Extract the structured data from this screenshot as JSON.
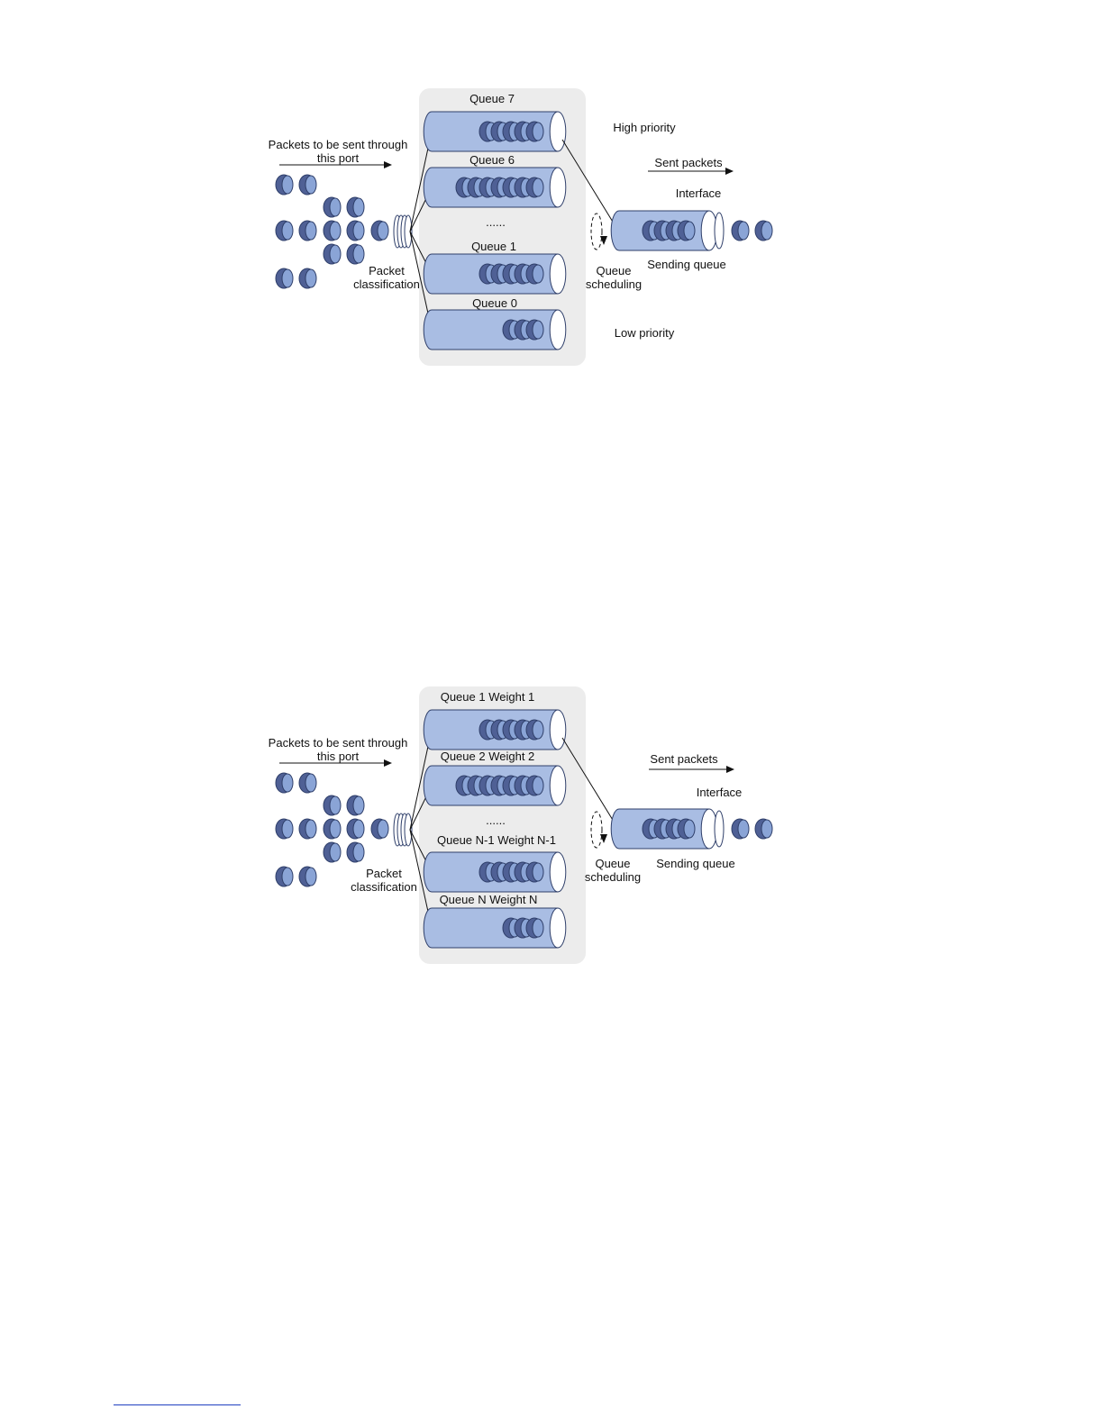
{
  "colors": {
    "panel": "#ececec",
    "tube_body": "#a9bde3",
    "tube_stroke": "#2f3f6a",
    "packet_dark": "#4f6095",
    "packet_light": "#8aa4d6",
    "line": "#111111"
  },
  "figure1": {
    "input_label_line1": "Packets to be sent through",
    "input_label_line2": "this port",
    "classification_line1": "Packet",
    "classification_line2": "classification",
    "queues": [
      {
        "label": "Queue 7",
        "packets": 5
      },
      {
        "label": "Queue 6",
        "packets": 7
      },
      {
        "label": "Queue 1",
        "packets": 5
      },
      {
        "label": "Queue 0",
        "packets": 3
      }
    ],
    "ellipsis": "......",
    "high_priority": "High priority",
    "low_priority": "Low priority",
    "sent_packets": "Sent packets",
    "interface": "Interface",
    "scheduling_line1": "Queue",
    "scheduling_line2": "scheduling",
    "sending_queue": "Sending queue"
  },
  "figure2": {
    "input_label_line1": "Packets to be sent through",
    "input_label_line2": "this port",
    "classification_line1": "Packet",
    "classification_line2": "classification",
    "queues": [
      {
        "label": "Queue 1 Weight 1",
        "packets": 5
      },
      {
        "label": "Queue 2 Weight 2",
        "packets": 7
      },
      {
        "label": "Queue N-1 Weight N-1",
        "packets": 5
      },
      {
        "label": "Queue N Weight N",
        "packets": 3
      }
    ],
    "ellipsis": "......",
    "sent_packets": "Sent packets",
    "interface": "Interface",
    "scheduling_line1": "Queue",
    "scheduling_line2": "scheduling",
    "sending_queue": "Sending queue"
  }
}
